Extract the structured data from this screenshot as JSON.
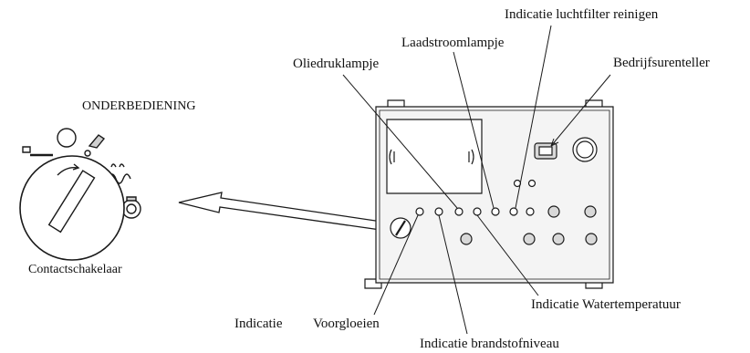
{
  "labels": {
    "luchtfilter": "Indicatie luchtfilter reinigen",
    "laadstroom": "Laadstroomlampje",
    "bedrijfsuren": "Bedrijfsurenteller",
    "oliedruk": "Oliedruklampje",
    "onderbediening": "ONDERBEDIENING",
    "contactschakelaar": "Contactschakelaar",
    "watertemperatuur": "Indicatie Watertemperatuur",
    "indicatie": "Indicatie",
    "voorgloeien": "Voorgloeien",
    "brandstofniveau": "Indicatie brandstofniveau"
  },
  "colors": {
    "line": "#1a1a1a",
    "panel_fill": "#f4f4f4",
    "part_fill": "#d8d8d8"
  }
}
